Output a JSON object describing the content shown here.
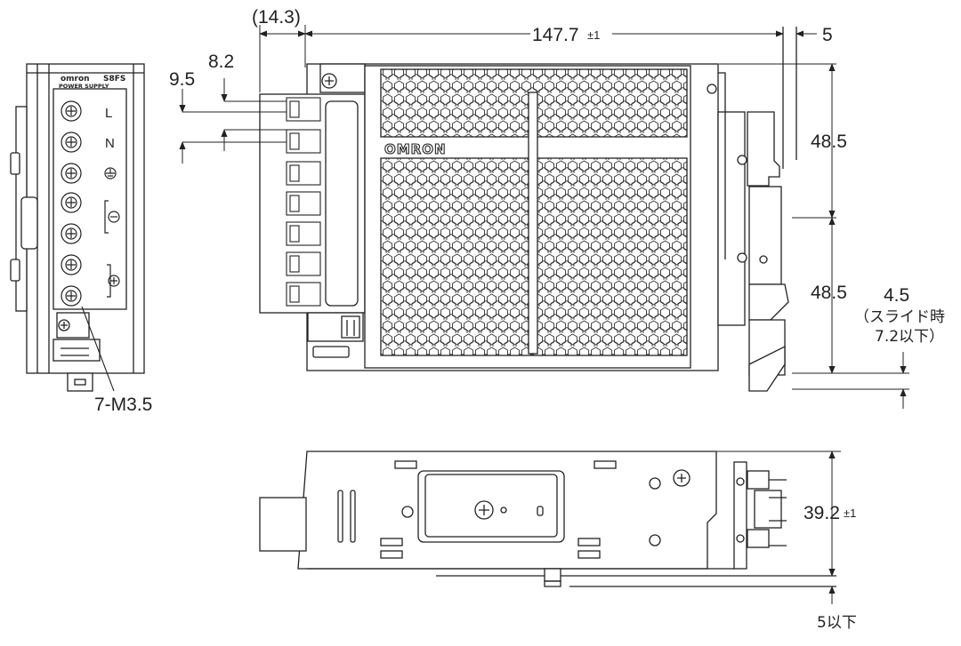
{
  "side_view": {
    "brand": "omron",
    "model": "S8FS",
    "subtitle": "POWER SUPPLY",
    "terminal_labels": [
      "L",
      "N"
    ],
    "terminal_callout": "7-M3.5"
  },
  "front_view": {
    "logo": "OMRON",
    "dim_width_main": "147.7",
    "dim_width_tol": "±1",
    "dim_terminal_depth": "(14.3)",
    "dim_right_offset": "5",
    "dim_pitch_a": "9.5",
    "dim_pitch_b": "8.2",
    "dim_height_upper": "48.5",
    "dim_height_lower": "48.5",
    "dim_slide": "4.5",
    "slide_note_1": "（スライド時",
    "slide_note_2": "7.2以下）"
  },
  "bottom_view": {
    "dim_depth": "39.2",
    "dim_depth_tol": "±1",
    "dim_bottom": "5以下"
  }
}
